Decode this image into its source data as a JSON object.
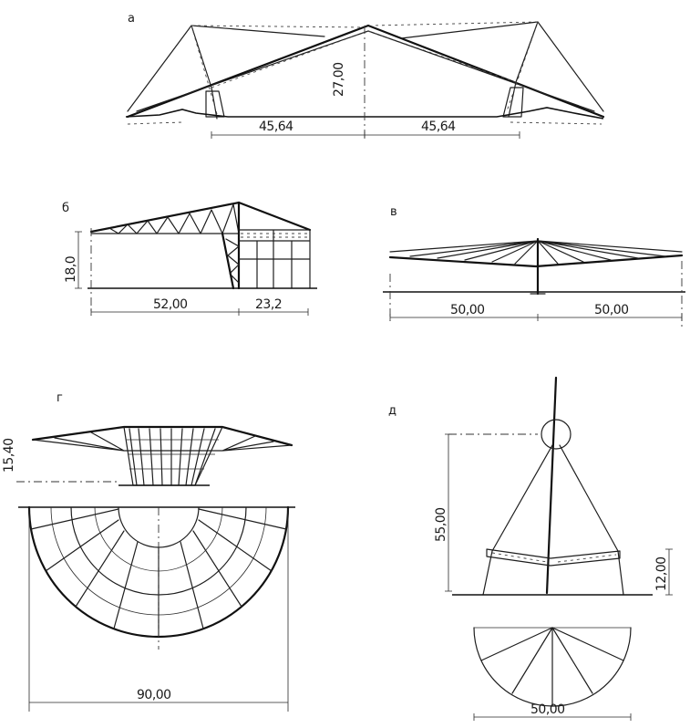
{
  "panels": {
    "a": {
      "label": "а",
      "dims": {
        "height": "27,00",
        "left_span": "45,64",
        "right_span": "45,64"
      }
    },
    "b": {
      "label": "б",
      "dims": {
        "height": "18,0",
        "span_main": "52,00",
        "span_side": "23,2"
      }
    },
    "v": {
      "label": "в",
      "dims": {
        "span_left": "50,00",
        "span_right": "50,00"
      }
    },
    "g": {
      "label": "г",
      "dims": {
        "height": "15,40",
        "diameter": "90,00"
      }
    },
    "d": {
      "label": "д",
      "dims": {
        "mast_height": "55,00",
        "roof_height": "12,00",
        "diameter": "50,00"
      }
    }
  }
}
